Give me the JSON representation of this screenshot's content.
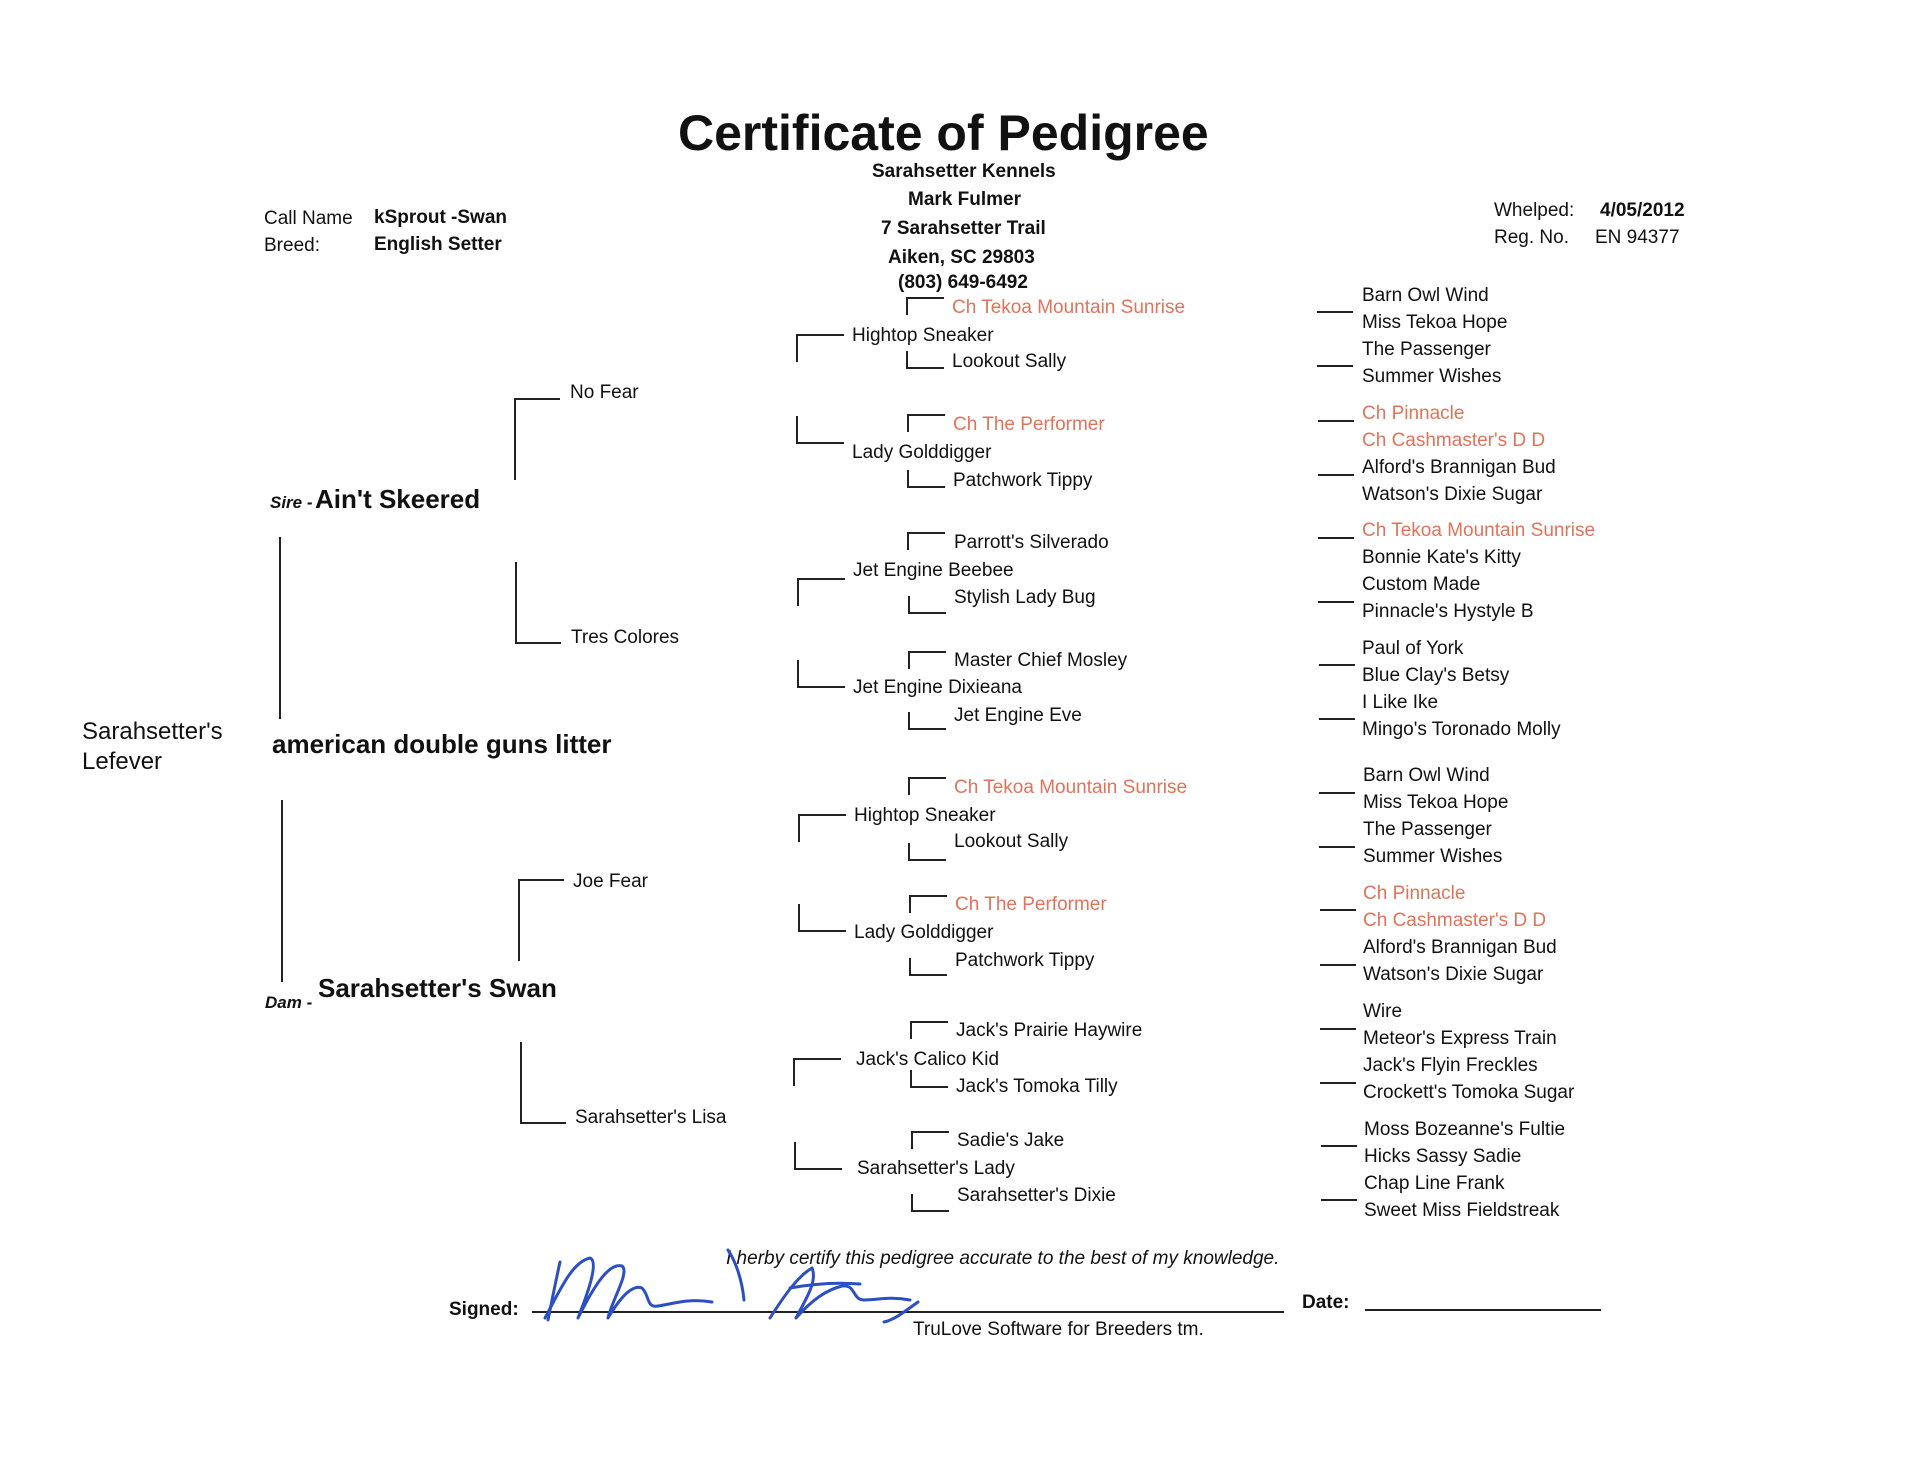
{
  "certificate": {
    "title": "Certificate of Pedigree",
    "kennel": "Sarahsetter Kennels",
    "owner": "Mark Fulmer",
    "address1": "7 Sarahsetter Trail",
    "address2": "Aiken, SC  29803",
    "phone": "(803) 649-6492",
    "call_name_label": "Call Name",
    "call_name": "kSprout -Swan",
    "breed_label": "Breed:",
    "breed": "English Setter",
    "whelped_label": "Whelped:",
    "whelped": "4/05/2012",
    "reg_label": "Reg. No.",
    "reg_no": "EN 94377"
  },
  "subject": {
    "kennel_line1": "Sarahsetter's",
    "kennel_line2": "Lefever",
    "litter": "american double guns litter"
  },
  "sire": {
    "label": "Sire -",
    "name": "Ain't Skeered",
    "sire": "No Fear",
    "dam": "Tres Colores",
    "gen3": [
      "Hightop Sneaker",
      "Lady Golddigger",
      "Jet Engine Beebee",
      "Jet Engine Dixieana"
    ],
    "gen4": [
      "Ch Tekoa  Mountain Sunrise",
      "Lookout Sally",
      "Ch The Performer",
      "Patchwork Tippy",
      "Parrott's Silverado",
      "Stylish Lady Bug",
      "Master Chief Mosley",
      "Jet Engine Eve"
    ],
    "gen5": [
      "Barn Owl Wind",
      "Miss Tekoa Hope",
      "The Passenger",
      "Summer Wishes",
      "Ch Pinnacle",
      "Ch Cashmaster's D D",
      "Alford's Brannigan Bud",
      "Watson's Dixie Sugar",
      "Ch Tekoa Mountain Sunrise",
      "Bonnie Kate's Kitty",
      "Custom Made",
      "Pinnacle's Hystyle B",
      "Paul of York",
      "Blue Clay's Betsy",
      "I Like Ike",
      "Mingo's Toronado Molly"
    ]
  },
  "dam": {
    "label": "Dam -",
    "name": "Sarahsetter's Swan",
    "sire": "Joe Fear",
    "dam": "Sarahsetter's Lisa",
    "gen3": [
      "Hightop Sneaker",
      "Lady Golddigger",
      "Jack's Calico Kid",
      "Sarahsetter's Lady"
    ],
    "gen4": [
      "Ch Tekoa  Mountain Sunrise",
      "Lookout Sally",
      "Ch The Performer",
      "Patchwork Tippy",
      "Jack's Prairie Haywire",
      "Jack's Tomoka Tilly",
      "Sadie's Jake",
      "Sarahsetter's Dixie"
    ],
    "gen5": [
      "Barn Owl Wind",
      "Miss Tekoa Hope",
      "The Passenger",
      "Summer Wishes",
      "Ch Pinnacle",
      "Ch Cashmaster's D D",
      "Alford's Brannigan Bud",
      "Watson's Dixie Sugar",
      "Wire",
      "Meteor's Express Train",
      "Jack's Flyin Freckles",
      "Crockett's Tomoka Sugar",
      "Moss Bozeanne's Fultie",
      "Hicks Sassy Sadie",
      "Chap Line Frank",
      "Sweet Miss Fieldstreak"
    ]
  },
  "footer": {
    "certify": "I herby certify this pedigree accurate to the best of my knowledge.",
    "signed_label": "Signed:",
    "date_label": "Date:",
    "software": "TruLove Software for Breeders tm."
  },
  "colors": {
    "champion": "#e2735a",
    "text": "#111111",
    "signature": "#2d4fc4"
  }
}
